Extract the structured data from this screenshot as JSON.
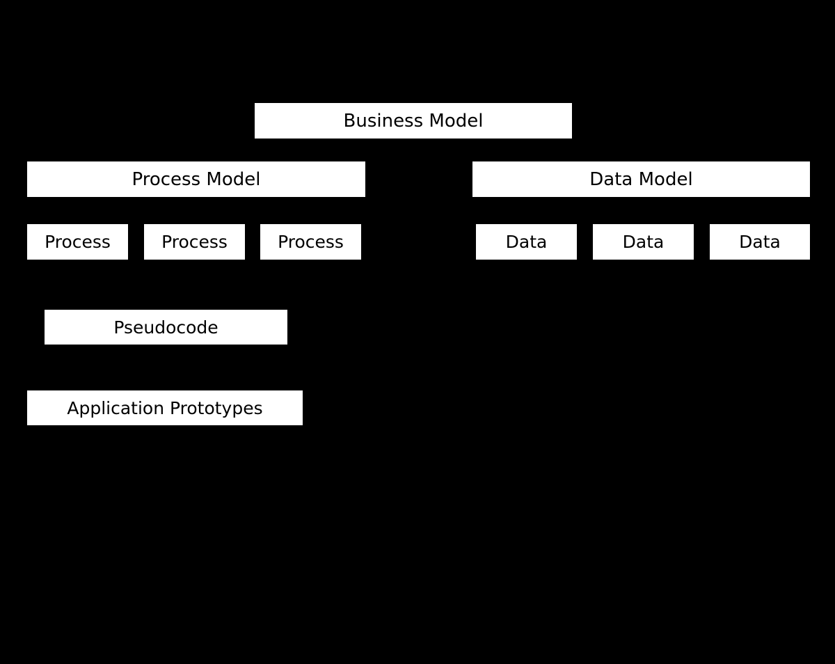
{
  "diagram": {
    "background_color": "#000000",
    "node_fill_color": "#ffffff",
    "node_text_color": "#000000",
    "nodes": {
      "business_model": {
        "label": "Business Model"
      },
      "process_model": {
        "label": "Process Model"
      },
      "data_model": {
        "label": "Data Model"
      },
      "process_1": {
        "label": "Process"
      },
      "process_2": {
        "label": "Process"
      },
      "process_3": {
        "label": "Process"
      },
      "data_1": {
        "label": "Data"
      },
      "data_2": {
        "label": "Data"
      },
      "data_3": {
        "label": "Data"
      },
      "pseudocode": {
        "label": "Pseudocode"
      },
      "application_prototypes": {
        "label": "Application Prototypes"
      }
    }
  }
}
